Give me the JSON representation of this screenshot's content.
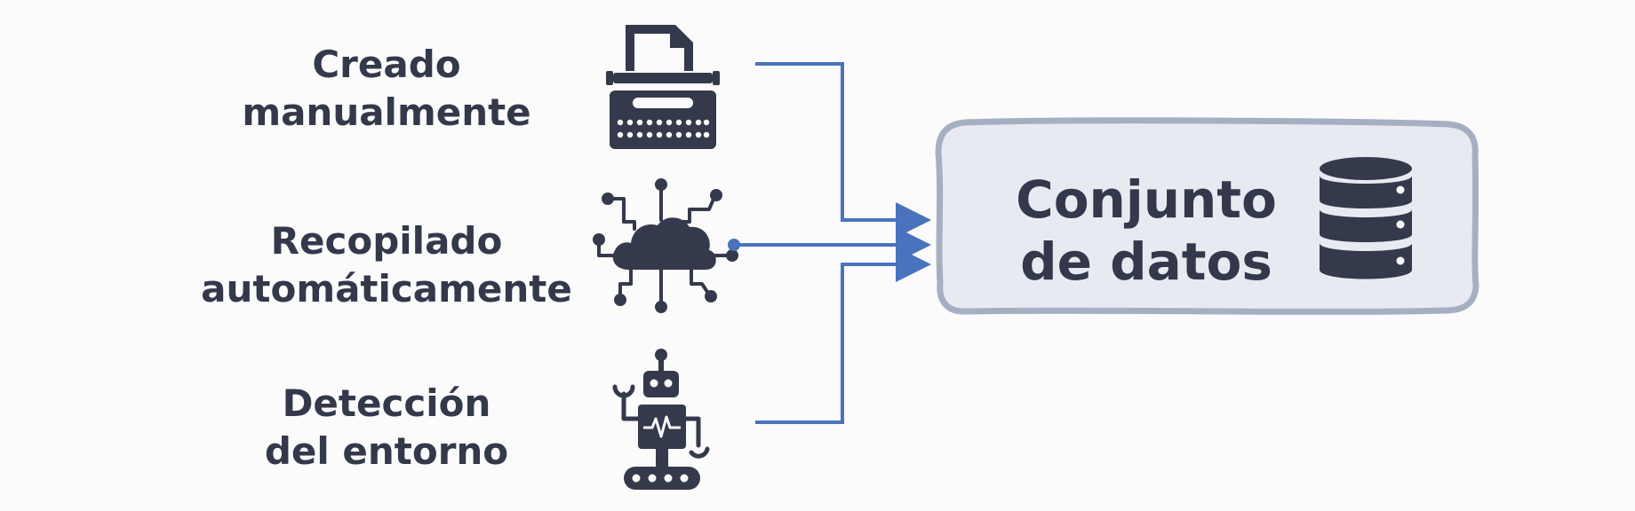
{
  "sources": [
    {
      "id": "manual",
      "label_lines": [
        "Creado",
        "manualmente"
      ],
      "icon": "typewriter-icon"
    },
    {
      "id": "auto",
      "label_lines": [
        "Recopilado",
        "automáticamente"
      ],
      "icon": "cloud-network-icon"
    },
    {
      "id": "env",
      "label_lines": [
        "Detección",
        "del entorno"
      ],
      "icon": "robot-icon"
    }
  ],
  "target": {
    "title_lines": [
      "Conjunto",
      "de datos"
    ],
    "icon": "database-icon"
  },
  "colors": {
    "text": "#33394a",
    "icon": "#343a4b",
    "arrow": "#4a72bd",
    "box_fill": "#e8eaf1",
    "box_border": "#a6afc2",
    "background": "#fbfbfc"
  }
}
